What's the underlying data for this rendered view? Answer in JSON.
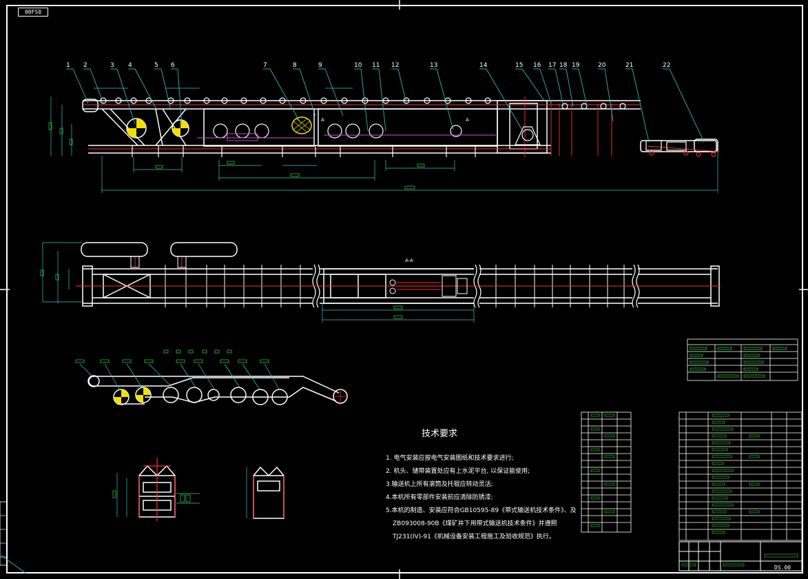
{
  "sheet_label": "00FS0",
  "callouts": [
    "1",
    "2",
    "3",
    "4",
    "5",
    "6",
    "7",
    "8",
    "9",
    "10",
    "11",
    "12",
    "13",
    "14",
    "15",
    "16",
    "17",
    "18",
    "19",
    "20",
    "21",
    "22"
  ],
  "section_label": "A-A",
  "section_marker": "A",
  "technical_requirements": {
    "title": "技术要求",
    "notes": [
      "1. 电气安装应按电气安装图纸和技术要求进行;",
      "2. 机头、储带装置处应有上水泥平台, 以保证能使用;",
      "3.输送机上所有滚筒及托辊应转动灵活;",
      "4.本机所有零部件安装前应清除防锈漆;",
      "5.本机的制造、安装应符合GB10595-89《带式输送机技术条件》、及",
      "ZB093008-90B《煤矿井下用带式输送机技术条件》并遵照",
      "TJ231(IV)-91《机械设备安装工程施工及验收规范》执行。"
    ]
  },
  "drawing_number": "DS.00",
  "colors": {
    "background": "#000000",
    "structure": "#ffffff",
    "centerline": "#ff3030",
    "dimension": "#36c8c8",
    "leader": "#30d0d0",
    "text_green": "#33dd33",
    "roller": "#f4e000",
    "detail": "#d050d0"
  }
}
